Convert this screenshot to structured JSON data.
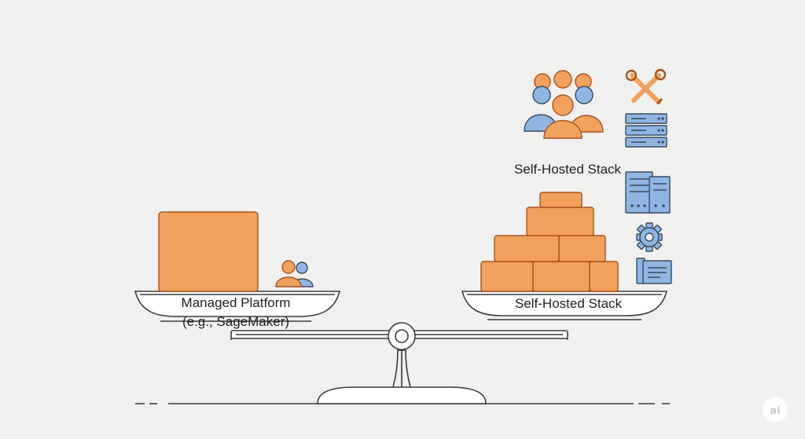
{
  "left_pan": {
    "label_line1": "Managed Platform",
    "label_line2": "(e.g., SageMaker)"
  },
  "right_pan": {
    "label": "Self-Hosted Stack"
  },
  "stack_caption": "Self-Hosted Stack",
  "icons": {
    "team": "people-group-icon",
    "small_team": "people-pair-icon",
    "tools": "wrench-screwdriver-icon",
    "rack": "server-rack-icon",
    "servers": "server-towers-icon",
    "gear": "gear-icon",
    "doc": "document-icon",
    "watermark": "ai-badge-icon"
  },
  "watermark_text": "ai",
  "colors": {
    "background": "#f0f0ef",
    "orange": "#f2a15c",
    "orange_dark": "#a9531f",
    "blue": "#8fb6e3",
    "line": "#3c3c3c"
  }
}
